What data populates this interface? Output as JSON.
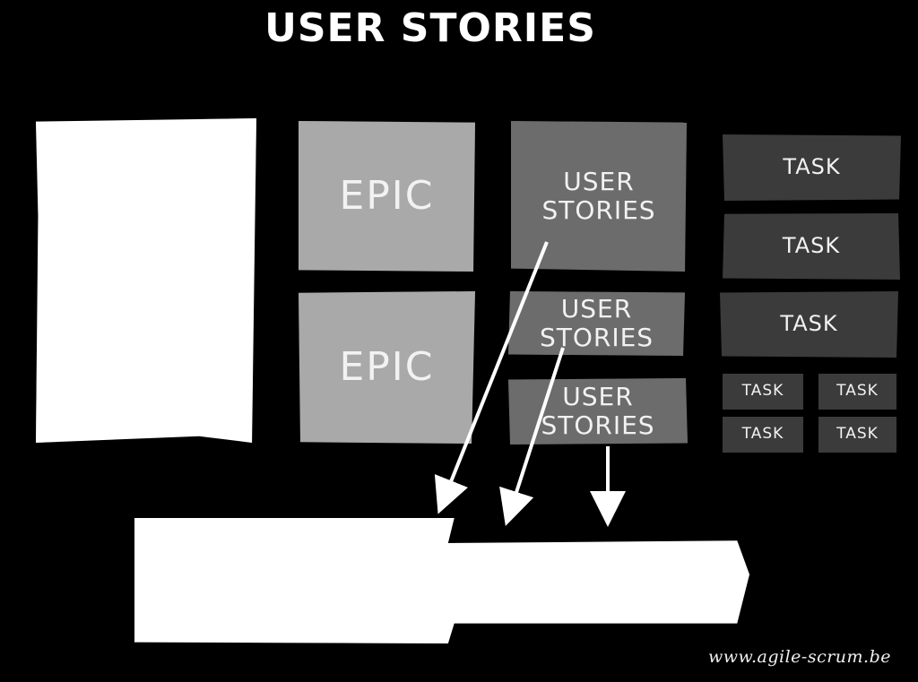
{
  "diagram": {
    "title": "USER STORIES",
    "epics": [
      "EPIC",
      "EPIC"
    ],
    "stories": [
      [
        "USER",
        "STORIES"
      ],
      [
        "USER",
        "STORIES"
      ],
      [
        "USER",
        "STORIES"
      ]
    ],
    "tasks_large": [
      "TASK",
      "TASK",
      "TASK"
    ],
    "tasks_small": [
      "TASK",
      "TASK",
      "TASK",
      "TASK"
    ],
    "footer": "www.agile-scrum.be"
  },
  "colors": {
    "background": "#000000",
    "epic": "#a9a9a9",
    "story": "#6c6c6c",
    "task": "#3b3b3b",
    "highlight": "#ffffff"
  }
}
